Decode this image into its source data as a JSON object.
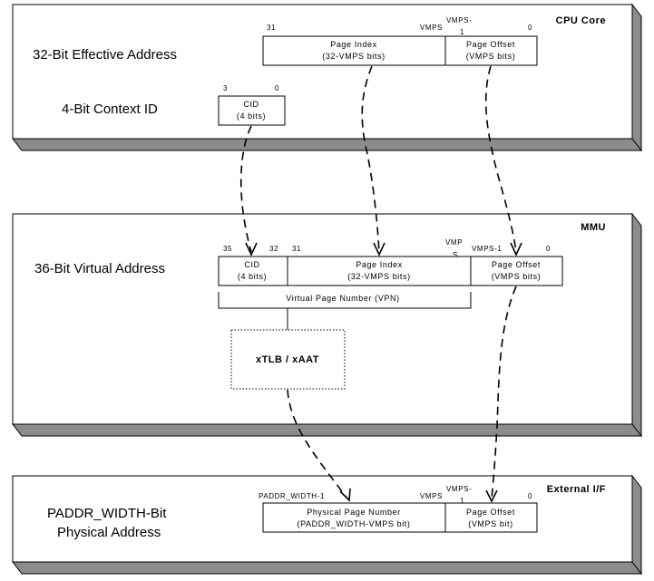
{
  "cpu": {
    "title": "CPU Core",
    "row1_label": "32-Bit Effective Address",
    "row2_label": "4-Bit Context ID",
    "ea_bit_31": "31",
    "ea_bit_vmps": "VMPS",
    "ea_bit_vmps1_a": "VMPS-",
    "ea_bit_vmps1_b": "1",
    "ea_bit_0": "0",
    "page_index_line1": "Page Index",
    "page_index_line2": "(32-VMPS bits)",
    "page_offset_line1": "Page Offset",
    "page_offset_line2": "(VMPS bits)",
    "cid_bit_3": "3",
    "cid_bit_0": "0",
    "cid_line1": "CID",
    "cid_line2": "(4 bits)"
  },
  "mmu": {
    "title": "MMU",
    "label": "36-Bit Virtual Address",
    "bit_35": "35",
    "bit_32": "32",
    "bit_31": "31",
    "bit_vmps_a": "VMP",
    "bit_vmps_b": "S",
    "bit_vmps1": "VMPS-1",
    "bit_0": "0",
    "cid_line1": "CID",
    "cid_line2": "(4 bits)",
    "page_index_line1": "Page Index",
    "page_index_line2": "(32-VMPS bits)",
    "page_offset_line1": "Page Offset",
    "page_offset_line2": "(VMPS bits)",
    "vpn_label": "Virtual Page Number (VPN)",
    "tlb_label": "xTLB / xAAT"
  },
  "ext": {
    "title": "External I/F",
    "label_line1": "PADDR_WIDTH-Bit",
    "label_line2": "Physical Address",
    "bit_paddr": "PADDR_WIDTH-1",
    "bit_vmps": "VMPS",
    "bit_vmps1_a": "VMPS-",
    "bit_vmps1_b": "1",
    "bit_0": "0",
    "ppn_line1": "Physical Page Number",
    "ppn_line2": "(PADDR_WIDTH-VMPS bit)",
    "page_offset_line1": "Page Offset",
    "page_offset_line2": "(VMPS bit)"
  }
}
